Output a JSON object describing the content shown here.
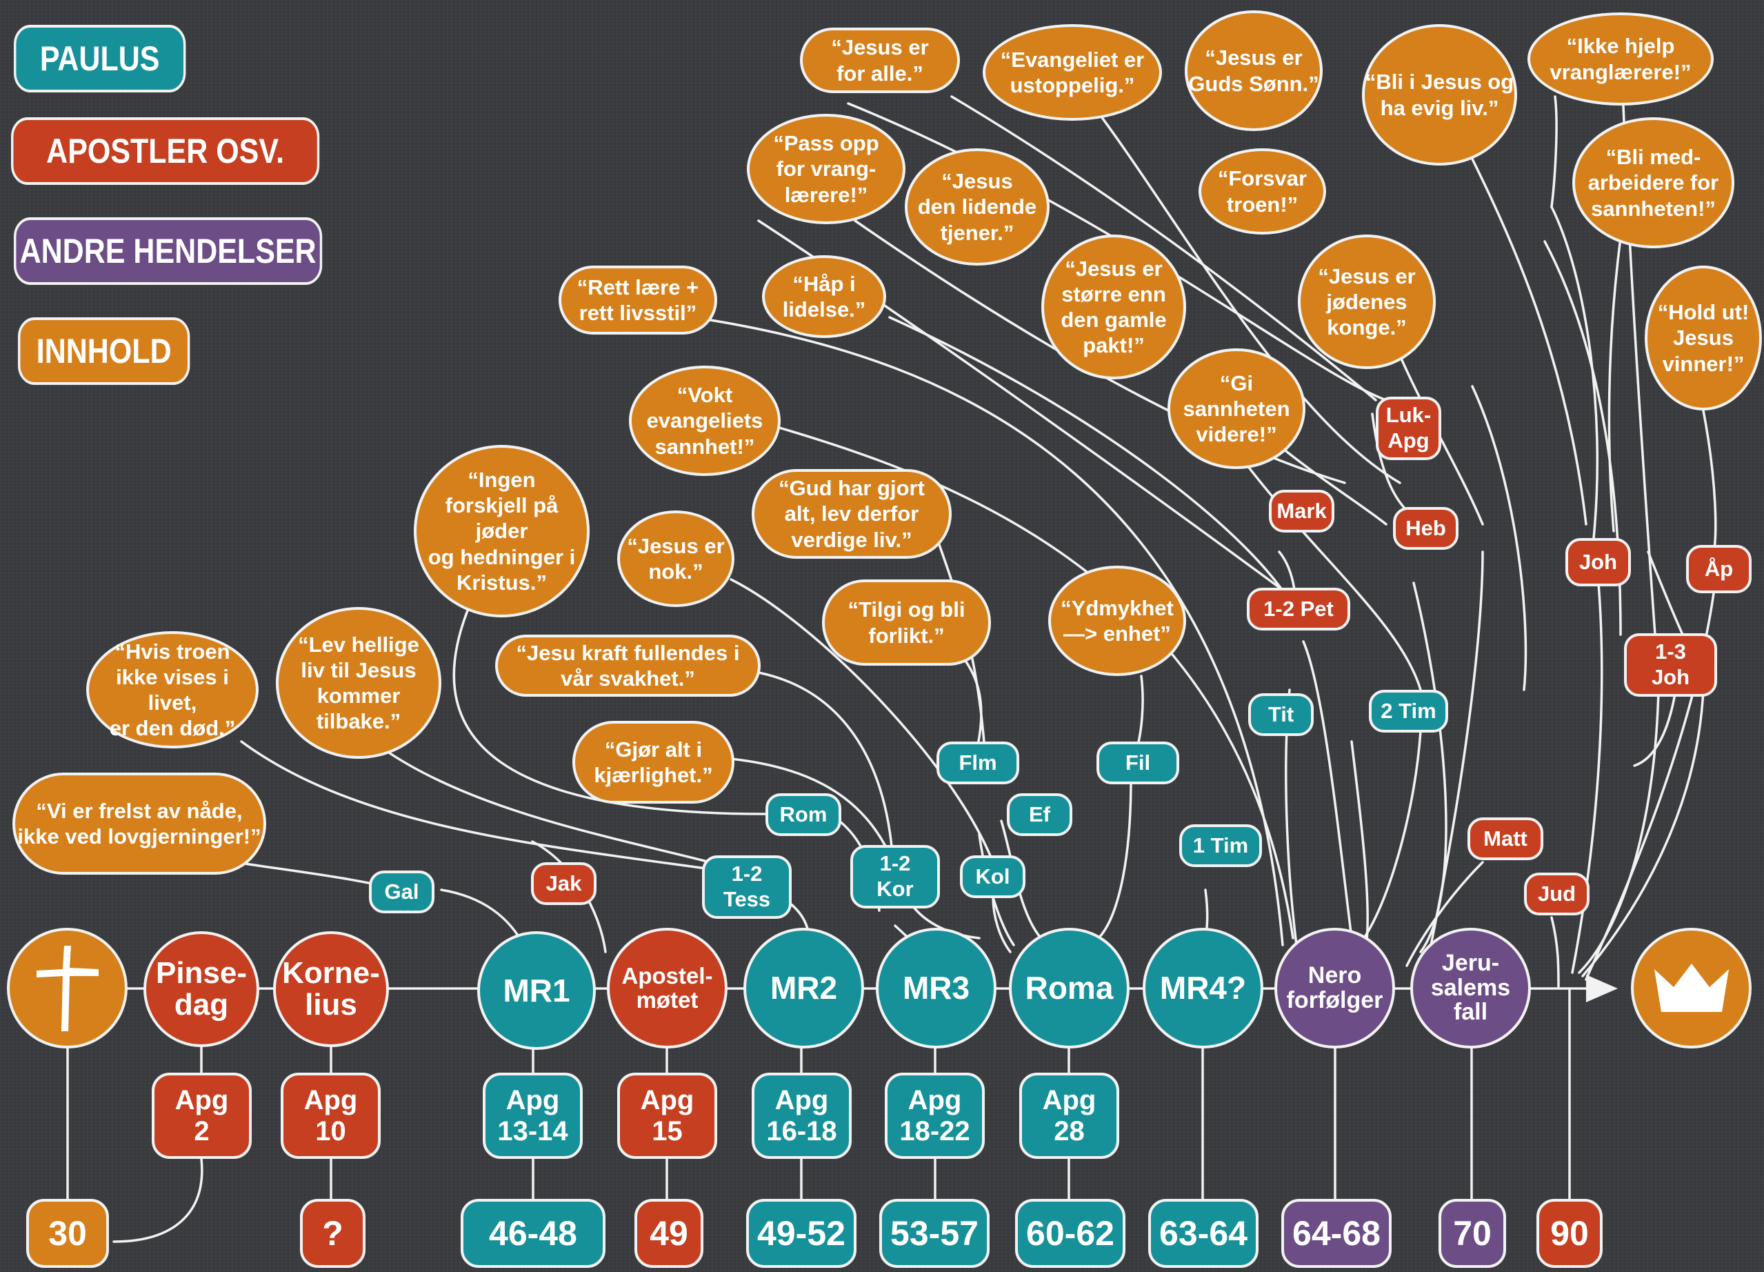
{
  "legend": {
    "paulus": "PAULUS",
    "apostler": "APOSTLER OSV.",
    "andre": "ANDRE HENDELSER",
    "innhold": "INNHOLD"
  },
  "colors": {
    "paulus": "#169199",
    "apostler": "#c53f20",
    "andre": "#6c4d86",
    "innhold": "#d6801c",
    "background": "#3b3c3f",
    "line": "#f2f2f2"
  },
  "icons": {
    "start": "cross-icon",
    "end": "crown-icon",
    "arrow": "arrow-right-icon"
  },
  "events": {
    "pinsedag": "Pinse-\ndag",
    "kornelius": "Korne-\nlius",
    "mr1": "MR1",
    "apostelmotet": "Apostel-\nmøtet",
    "mr2": "MR2",
    "mr3": "MR3",
    "roma": "Roma",
    "mr4": "MR4?",
    "nero": "Nero\nforfølger",
    "jerusalem": "Jeru-\nsalems\nfall"
  },
  "refs": {
    "pinsedag": "Apg\n2",
    "kornelius": "Apg\n10",
    "mr1": "Apg\n13-14",
    "apostelmotet": "Apg\n15",
    "mr2": "Apg\n16-18",
    "mr3": "Apg\n18-22",
    "roma": "Apg\n28"
  },
  "years": {
    "start": "30",
    "kornelius": "?",
    "mr1": "46-48",
    "apostelmotet": "49",
    "mr2": "49-52",
    "mr3": "53-57",
    "roma": "60-62",
    "mr4": "63-64",
    "nero": "64-68",
    "jerusalem": "70",
    "end": "90"
  },
  "books": {
    "gal": "Gal",
    "jak": "Jak",
    "tess": "1-2\nTess",
    "rom": "Rom",
    "kor": "1-2\nKor",
    "kol": "Kol",
    "flm": "Flm",
    "ef": "Ef",
    "fil": "Fil",
    "tim1": "1 Tim",
    "tit": "Tit",
    "tim2": "2 Tim",
    "pet": "1-2 Pet",
    "mark": "Mark",
    "heb": "Heb",
    "lukapg": "Luk-\nApg",
    "matt": "Matt",
    "jud": "Jud",
    "joh": "Joh",
    "joh3": "1-3\nJoh",
    "ap": "Åp"
  },
  "quotes": {
    "gal": "“Vi er frelst av nåde,\nikke ved lovgjerninger!”",
    "jak": "“Hvis troen\nikke vises i livet,\ner den død.”",
    "tess": "“Lev hellige\nliv til Jesus\nkommer\ntilbake.”",
    "rom": "“Ingen\nforskjell på jøder\nog hedninger i\nKristus.”",
    "kor1": "“Gjør alt i\nkjærlighet.”",
    "kor2": "“Jesu kraft fullendes i\nvår svakhet.”",
    "kol": "“Jesus er\nnok.”",
    "ef": "“Gud har gjort\nalt, lev derfor\nverdige liv.”",
    "flm": "“Tilgi og bli\nforlikt.”",
    "fil": "“Ydmykhet\n—> enhet”",
    "tim1": "“Vokt\nevangeliets\nsannhet!”",
    "tit": "“Rett lære +\nrett livsstil”",
    "pet1": "“Håp i\nlidelse.”",
    "pet2": "“Pass opp\nfor vrang-\nlærere!”",
    "mark": "“Jesus\nden lidende\ntjener.”",
    "lukapg1": "“Jesus er\nfor alle.”",
    "lukapg2": "“Evangeliet er\nustoppelig.”",
    "heb": "“Jesus er\nstørre enn\nden gamle\npakt!”",
    "tim2": "“Gi\nsannheten\nvidere!”",
    "matt": "“Jesus er\njødenes\nkonge.”",
    "jud": "“Forsvar\ntroen!”",
    "joh1": "“Jesus er\nGuds Sønn.”",
    "joh2": "“Bli i Jesus og\nha evig liv.”",
    "joh3a": "“Ikke hjelp\nvranglærere!”",
    "joh3b": "“Bli med-\narbeidere for\nsannheten!”",
    "ap": "“Hold ut!\nJesus\nvinner!”"
  }
}
